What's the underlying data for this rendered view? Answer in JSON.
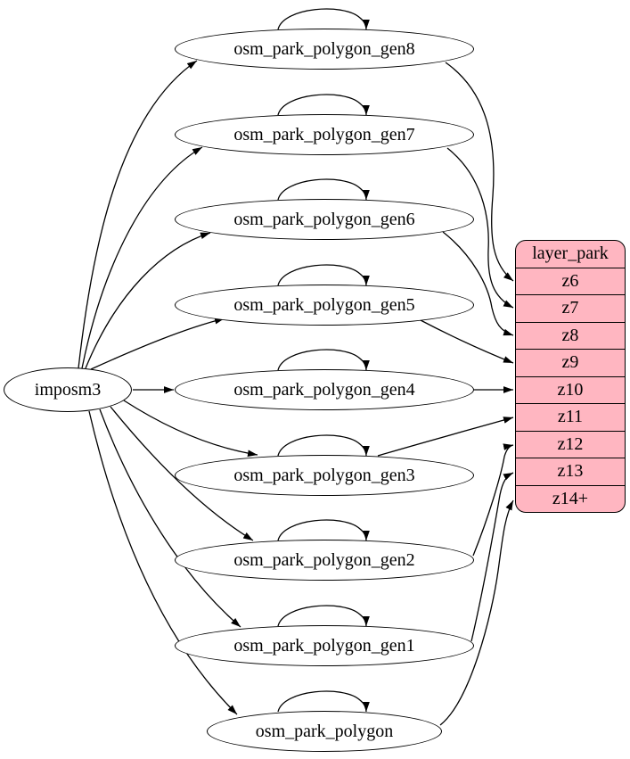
{
  "diagram": {
    "generator": {
      "label": "imposm3"
    },
    "tables": [
      {
        "label": "osm_park_polygon_gen8",
        "target_zoom": "z6",
        "self_loop": true
      },
      {
        "label": "osm_park_polygon_gen7",
        "target_zoom": "z7",
        "self_loop": true
      },
      {
        "label": "osm_park_polygon_gen6",
        "target_zoom": "z8",
        "self_loop": true
      },
      {
        "label": "osm_park_polygon_gen5",
        "target_zoom": "z9",
        "self_loop": true
      },
      {
        "label": "osm_park_polygon_gen4",
        "target_zoom": "z10",
        "self_loop": true
      },
      {
        "label": "osm_park_polygon_gen3",
        "target_zoom": "z11",
        "self_loop": true
      },
      {
        "label": "osm_park_polygon_gen2",
        "target_zoom": "z12",
        "self_loop": true
      },
      {
        "label": "osm_park_polygon_gen1",
        "target_zoom": "z13",
        "self_loop": true
      },
      {
        "label": "osm_park_polygon",
        "target_zoom": "z14+",
        "self_loop": true
      }
    ],
    "layer": {
      "title": "layer_park",
      "zoom_rows": [
        "z6",
        "z7",
        "z8",
        "z9",
        "z10",
        "z11",
        "z12",
        "z13",
        "z14+"
      ]
    },
    "colors": {
      "node_fill": "#ffffff",
      "layer_fill": "#ffb6c1",
      "stroke": "#000000"
    }
  }
}
